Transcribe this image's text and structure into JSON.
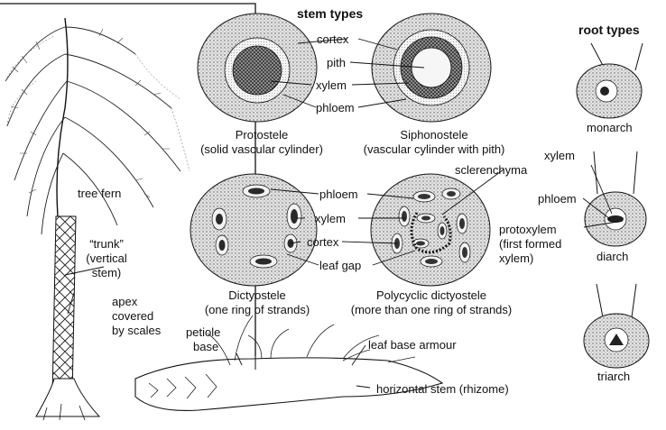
{
  "headings": {
    "stem_types": "stem types",
    "root_types": "root types"
  },
  "left_panel": {
    "tree_fern": "tree fern",
    "trunk_line1": "“trunk”",
    "trunk_line2": "(vertical",
    "trunk_line3": "stem)",
    "apex_line1": "apex",
    "apex_line2": "covered",
    "apex_line3": "by scales",
    "petiole_line1": "petiole",
    "petiole_line2": "base",
    "leaf_base_armour": "leaf base armour",
    "horizontal_stem": "horizontal stem (rhizome)"
  },
  "stem_types": {
    "protostele": {
      "name": "Protostele",
      "desc": "(solid vascular cylinder)"
    },
    "siphonostele": {
      "name": "Siphonostele",
      "desc": "(vascular cylinder with pith)"
    },
    "dictyostele": {
      "name": "Dictyostele",
      "desc": "(one ring of strands)"
    },
    "polycyclic": {
      "name": "Polycyclic dictyostele",
      "desc": "(more than one ring of strands)"
    },
    "upper_labels": {
      "cortex": "cortex",
      "pith": "pith",
      "xylem": "xylem",
      "phloem": "phloem"
    },
    "lower_labels": {
      "sclerenchyma": "sclerenchyma",
      "phloem": "phloem",
      "xylem": "xylem",
      "cortex": "cortex",
      "leaf_gap": "leaf gap"
    }
  },
  "root_types": {
    "monarch": "monarch",
    "diarch": "diarch",
    "triarch": "triarch",
    "xylem": "xylem",
    "phloem": "phloem",
    "protoxylem_line1": "protoxylem",
    "protoxylem_line2": "(first formed",
    "protoxylem_line3": "xylem)"
  },
  "colors": {
    "ink": "#111111",
    "cortex_fill": "#d9d9d9",
    "xylem_fill": "#4a4a4a",
    "phloem_fill": "#f2f2f2",
    "pith_fill": "#ececec"
  }
}
